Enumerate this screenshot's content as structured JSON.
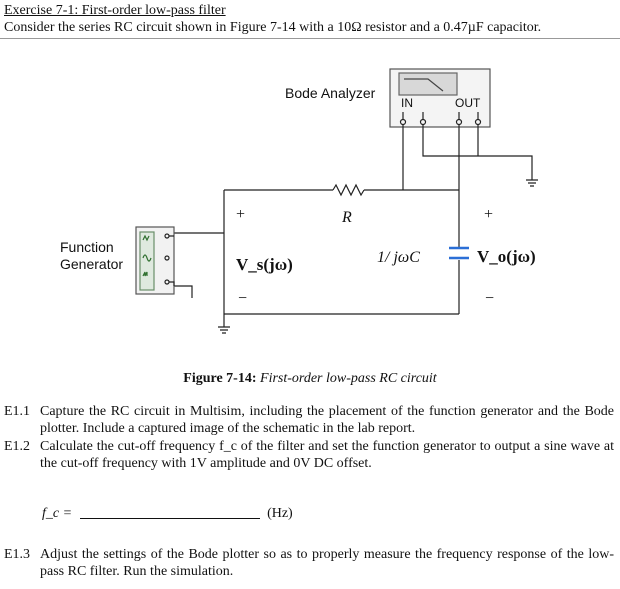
{
  "header": {
    "title": "Exercise 7-1: First-order low-pass filter",
    "intro": "Consider the series RC circuit shown in Figure 7-14 with a 10Ω resistor and a 0.47µF capacitor."
  },
  "figure": {
    "bode_label": "Bode Analyzer",
    "in_label": "IN",
    "out_label": "OUT",
    "func_gen_line1": "Function",
    "func_gen_line2": "Generator",
    "resistor_label": "R",
    "vs_label": "V_s(jω)",
    "vc_label": "1/ jωC",
    "vo_label": "V_o(jω)",
    "plus": "+",
    "minus": "−",
    "caption_bold": "Figure 7-14:",
    "caption_italic": "First-order low-pass RC circuit",
    "accent_color": "#3a7d3a",
    "cap_color": "#2b6fd6"
  },
  "exercises": [
    {
      "num": "E1.1",
      "text": "Capture the RC circuit in Multisim, including the placement of the function generator and the Bode plotter. Include a captured image of the schematic in the lab report."
    },
    {
      "num": "E1.2",
      "text": "Calculate the cut-off frequency f_c of the filter and set the function generator to output a sine wave at the cut-off frequency with 1V amplitude and 0V DC offset."
    },
    {
      "num": "E1.3",
      "text": "Adjust the settings of the Bode plotter so as to properly measure the frequency response of the low-pass RC filter. Run the simulation."
    }
  ],
  "fc_line": {
    "label": "f_c =",
    "unit": "(Hz)"
  }
}
